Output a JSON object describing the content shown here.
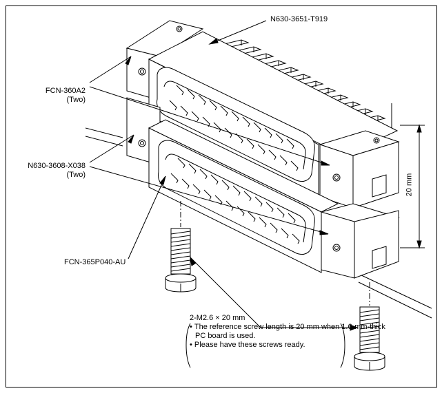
{
  "labels": {
    "part_top": "N630-3651-T919",
    "part_fcn360_name": "FCN-360A2",
    "part_fcn360_qty": "(Two)",
    "part_n630_3608_name": "N630-3608-X038",
    "part_n630_3608_qty": "(Two)",
    "part_fcn365": "FCN-365P040-AU",
    "dimension_height": "20 mm"
  },
  "screw_note": {
    "heading": "2-M2.6 × 20 mm",
    "line1": "The reference screw length is 20 mm when 1.6-mm-thick",
    "line2": "PC board is used.",
    "line3": "Please have these screws ready."
  }
}
